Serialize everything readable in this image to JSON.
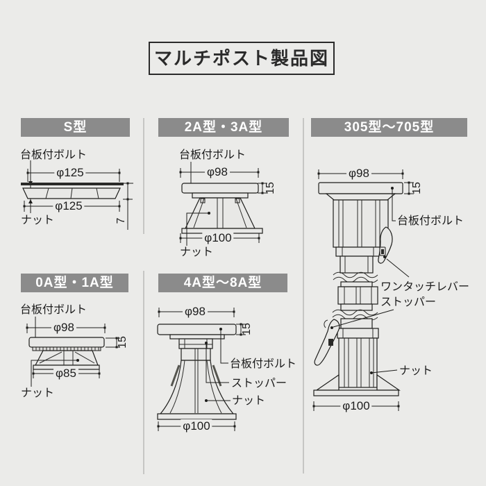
{
  "title": "マルチポスト製品図",
  "colors": {
    "background": "#ebebe9",
    "header_bg": "#8b8b8b",
    "header_text": "#ffffff",
    "line": "#1d1d1b"
  },
  "sections": [
    {
      "id": "s-type",
      "header": "S型",
      "labels": {
        "bolt": "台板付ボルト",
        "nut": "ナット"
      },
      "dims": {
        "top": "φ125",
        "bottom": "φ125",
        "side": "7"
      }
    },
    {
      "id": "2a-3a-type",
      "header": "2A型・3A型",
      "labels": {
        "bolt": "台板付ボルト",
        "nut": "ナット"
      },
      "dims": {
        "top": "φ98",
        "bottom": "φ100",
        "side": "15"
      }
    },
    {
      "id": "305-705-type",
      "header": "305型〜705型",
      "labels": {
        "bolt": "台板付ボルト",
        "lever": "ワンタッチレバー",
        "stopper": "ストッパー",
        "nut": "ナット"
      },
      "dims": {
        "top": "φ98",
        "bottom": "φ100",
        "side": "15"
      }
    },
    {
      "id": "0a-1a-type",
      "header": "0A型・1A型",
      "labels": {
        "bolt": "台板付ボルト",
        "nut": "ナット"
      },
      "dims": {
        "top": "φ98",
        "bottom": "φ85",
        "side": "15"
      }
    },
    {
      "id": "4a-8a-type",
      "header": "4A型〜8A型",
      "labels": {
        "bolt": "台板付ボルト",
        "stopper": "ストッパー",
        "nut": "ナット"
      },
      "dims": {
        "top": "φ98",
        "bottom": "φ100",
        "side": "15"
      }
    }
  ]
}
